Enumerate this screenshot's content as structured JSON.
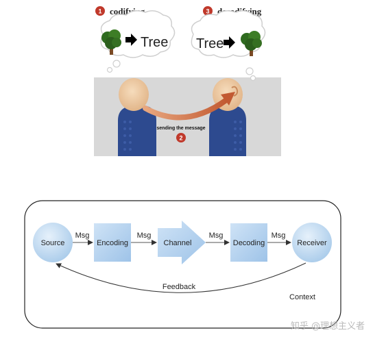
{
  "illustration": {
    "step1_number": "1",
    "step1_label": "codifying",
    "step2_number": "2",
    "step2_label": "sending the message",
    "step3_number": "3",
    "step3_label": "decodifying",
    "bubble_left_word": "Tree",
    "bubble_right_word": "Tree"
  },
  "diagram": {
    "nodes": {
      "source": "Source",
      "encoding": "Encoding",
      "channel": "Channel",
      "decoding": "Decoding",
      "receiver": "Receiver"
    },
    "edge_labels": [
      "Msg",
      "Msg",
      "Msg",
      "Msg"
    ],
    "feedback_label": "Feedback",
    "context_label": "Context"
  },
  "watermark": "知乎 @理想主义者",
  "colors": {
    "badge_red": "#c0392b",
    "node_fill": "#b9d6f0",
    "shirt_blue": "#2d4a8f",
    "skin": "#eec9a0",
    "message_arrow": "#c0623d"
  }
}
